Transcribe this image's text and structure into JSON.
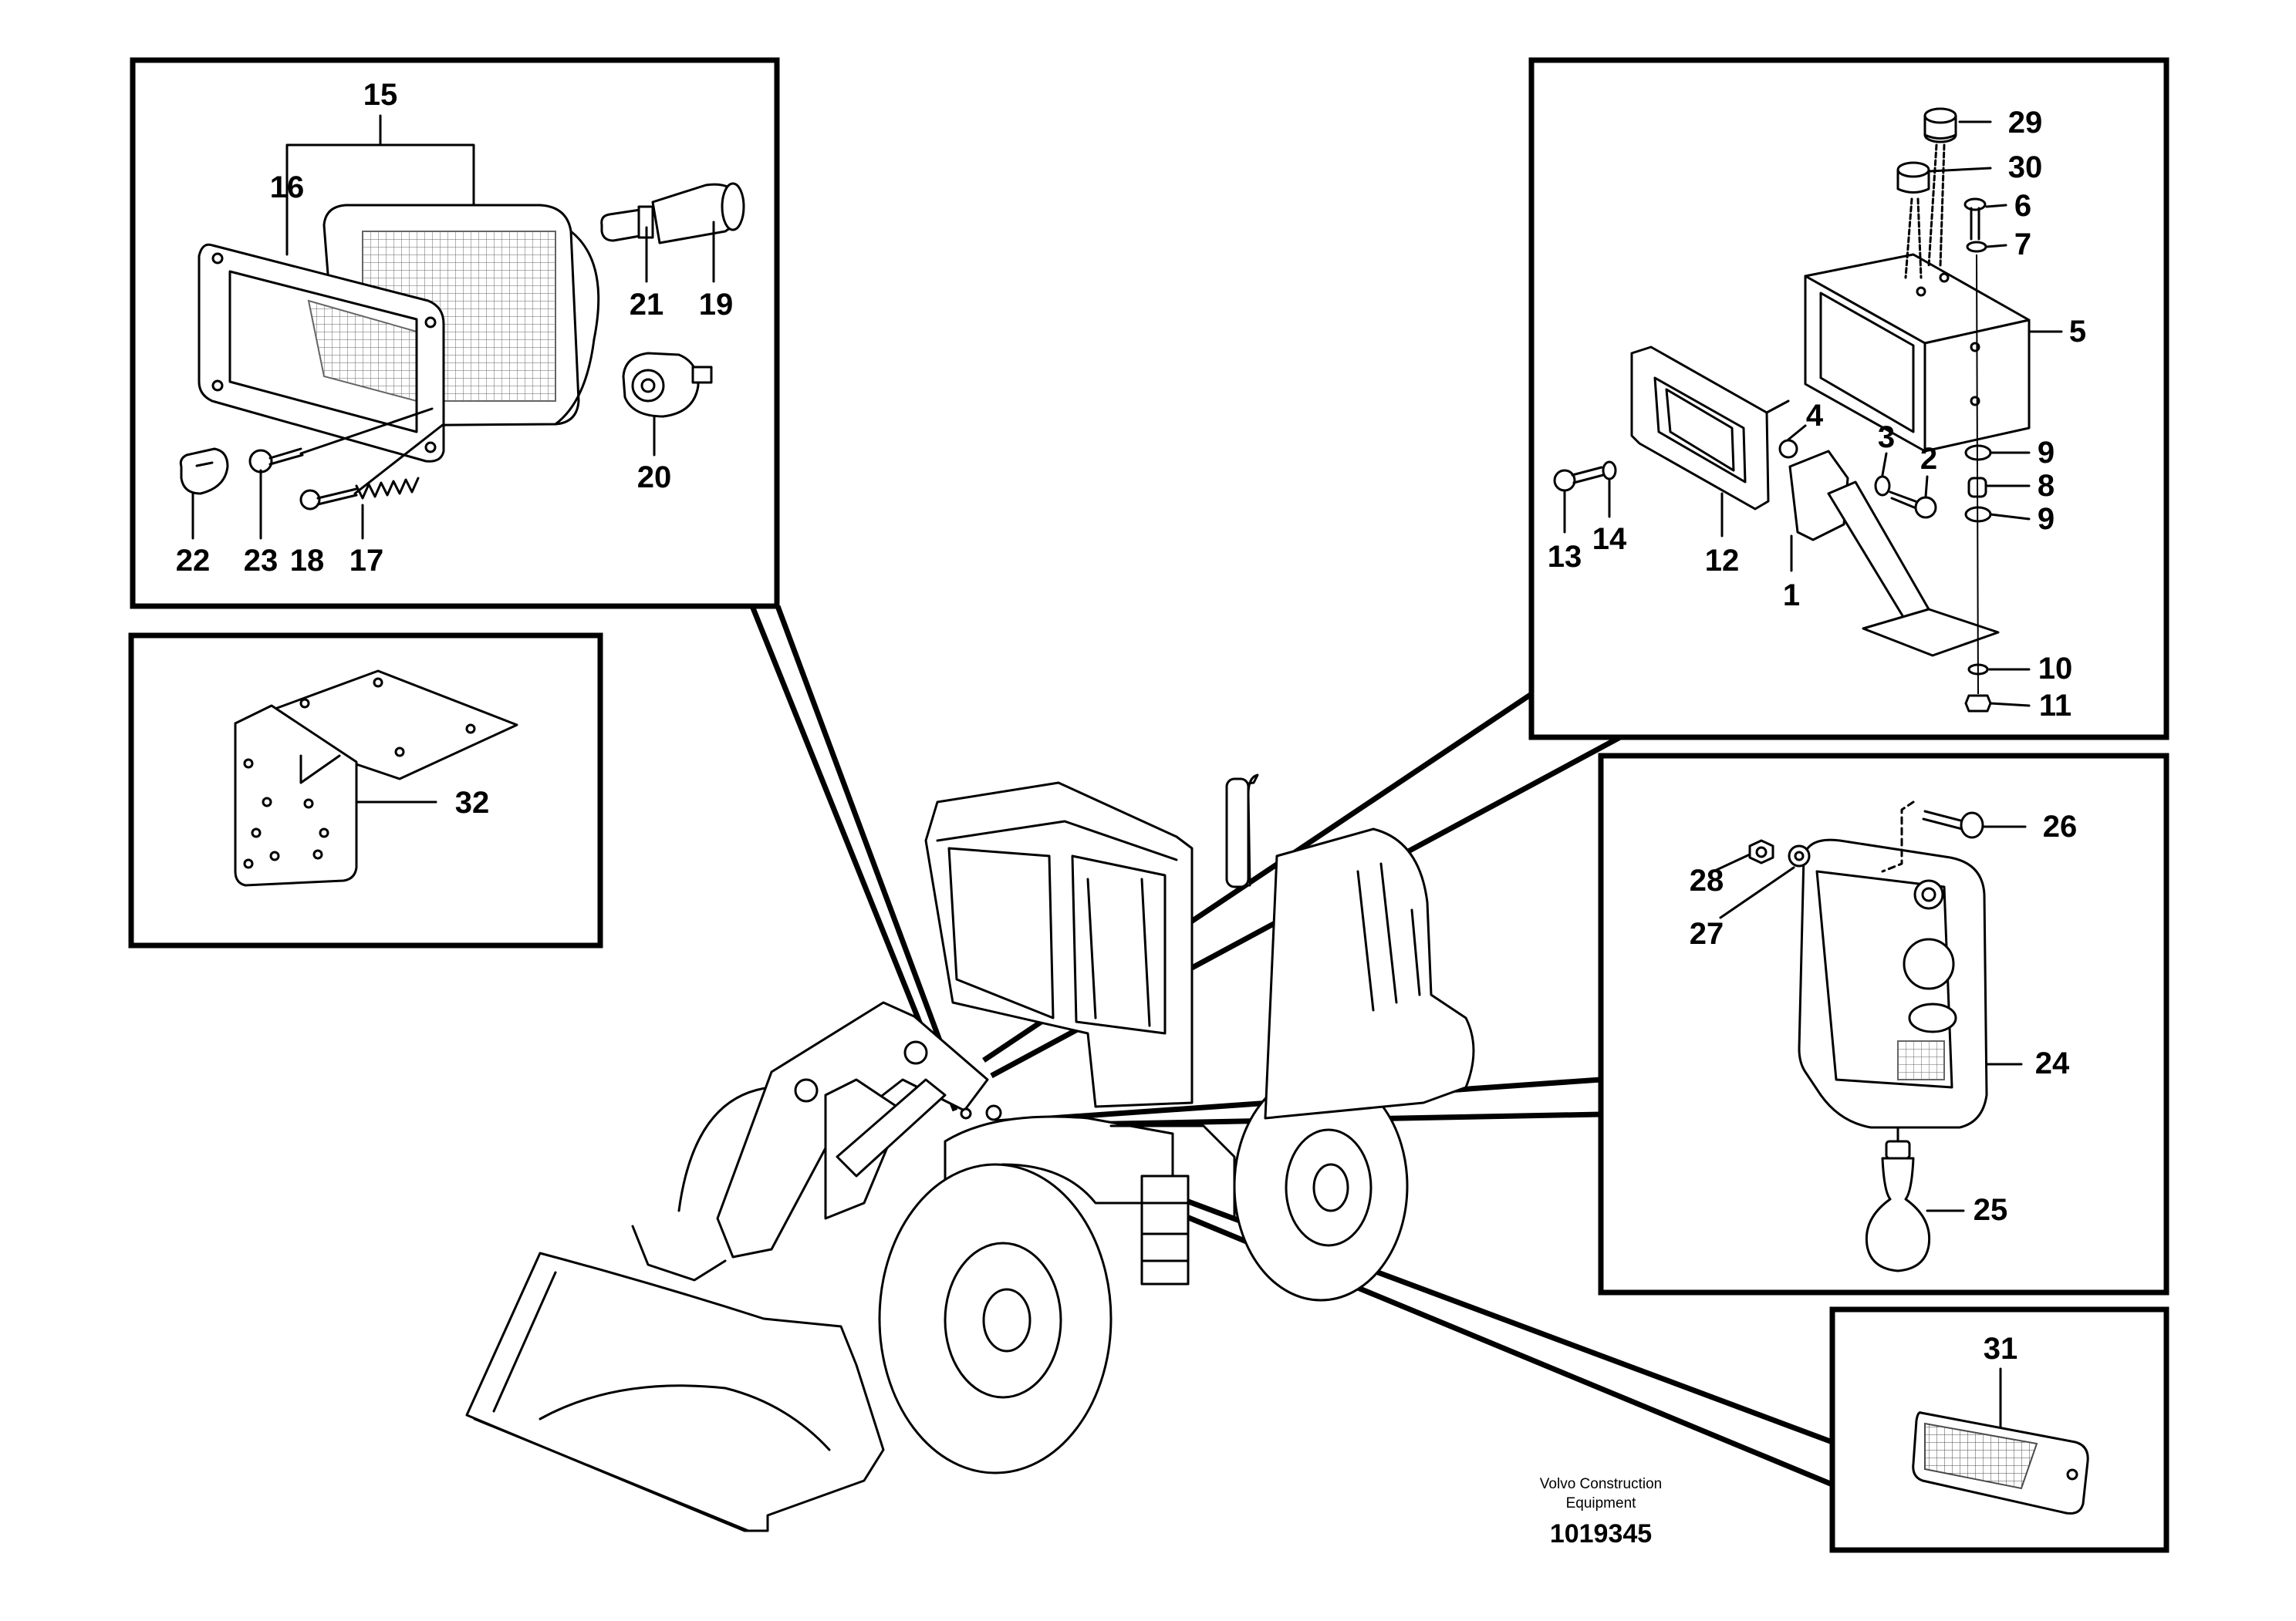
{
  "callouts": {
    "c15": "15",
    "c16": "16",
    "c21": "21",
    "c19": "19",
    "c20": "20",
    "c22": "22",
    "c23": "23",
    "c18": "18",
    "c17": "17",
    "c29": "29",
    "c30": "30",
    "c6": "6",
    "c7": "7",
    "c5": "5",
    "c4": "4",
    "c3": "3",
    "c2": "2",
    "c9a": "9",
    "c8": "8",
    "c9b": "9",
    "c13": "13",
    "c14": "14",
    "c12": "12",
    "c1": "1",
    "c10": "10",
    "c11": "11",
    "c32": "32",
    "c26": "26",
    "c28": "28",
    "c27": "27",
    "c24": "24",
    "c25": "25",
    "c31": "31"
  },
  "caption": {
    "line1": "Volvo Construction",
    "line2": "Equipment",
    "doc_number": "1019345"
  }
}
